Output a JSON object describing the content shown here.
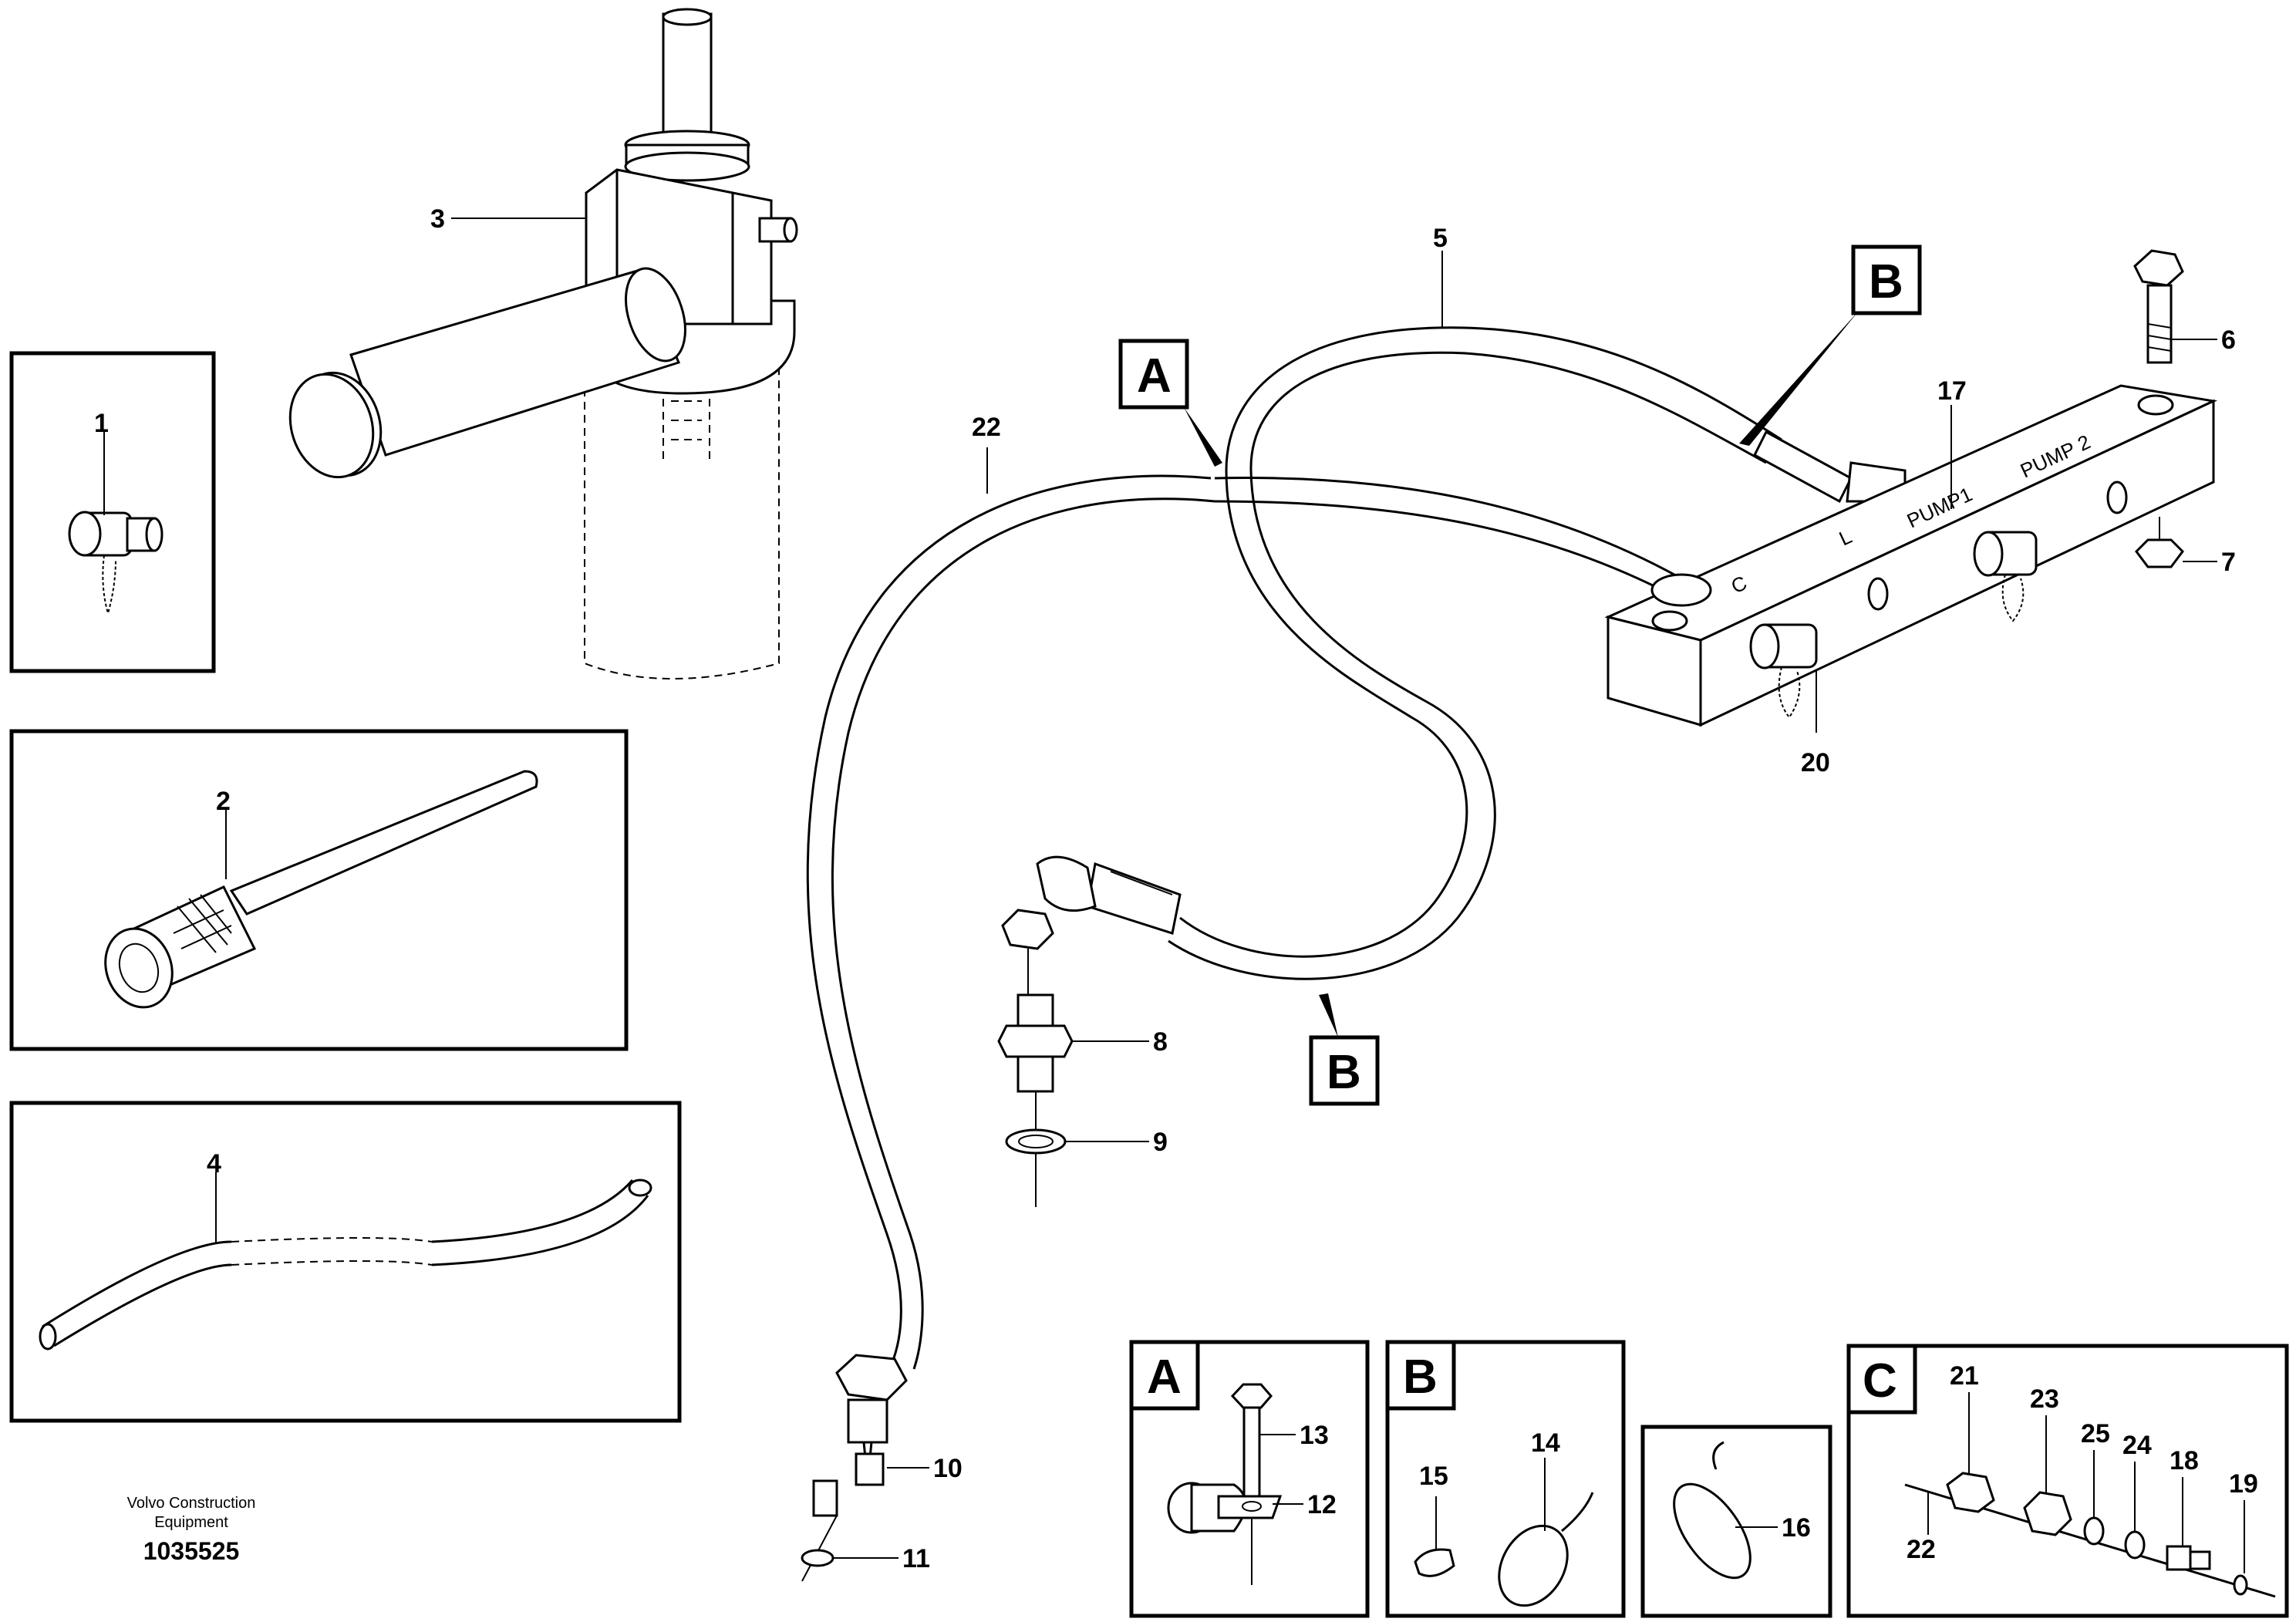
{
  "figure": {
    "publisher_line1": "Volvo Construction",
    "publisher_line2": "Equipment",
    "document_number": "1035525"
  },
  "manifold_markings": {
    "c": "C",
    "l": "L",
    "pump1": "PUMP1",
    "pump2": "PUMP 2"
  },
  "view_markers": {
    "a": "A",
    "b_upper": "B",
    "b_lower": "B"
  },
  "detail_boxes": {
    "a": "A",
    "b": "B",
    "c": "C"
  },
  "callouts": {
    "p1": "1",
    "p2": "2",
    "p3": "3",
    "p4": "4",
    "p5": "5",
    "p6": "6",
    "p7": "7",
    "p8": "8",
    "p9": "9",
    "p10": "10",
    "p11": "11",
    "p12": "12",
    "p13": "13",
    "p14": "14",
    "p15": "15",
    "p16": "16",
    "p17": "17",
    "p19": "19",
    "p20": "20",
    "p21": "21",
    "p22_main": "22",
    "p22_detail": "22",
    "p23": "23",
    "p24": "24",
    "p25": "25",
    "p18": "18"
  }
}
